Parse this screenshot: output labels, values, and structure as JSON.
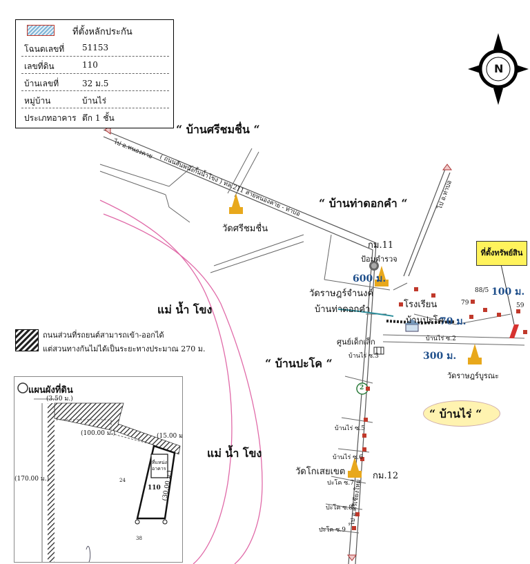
{
  "info": {
    "legend_label": "ที่ตั้งหลักประกัน",
    "rows": [
      {
        "key": "โฉนดเลขที่",
        "value": "51153"
      },
      {
        "key": "เลขที่ดิน",
        "value": "110"
      },
      {
        "key": "บ้านเลขที่",
        "value": "32 ม.5"
      },
      {
        "key": "หมู่บ้าน",
        "value": "บ้านไร่"
      },
      {
        "key": "ประเภทอาคาร",
        "value": "ตึก 1 ชั้น"
      }
    ]
  },
  "compass": {
    "letter": "N"
  },
  "labels": {
    "ban_sri_chom_chuen": "“ บ้านศรีชมชื่น “",
    "road_to_nongkhai": "ไป อ.หนองคาย",
    "road_main": "( ถนนสันพนังกั้นน้ำโขง ) ทล.211 สายหนองคาย - ท่าบ่อ",
    "wat_sri_chom_chuen": "วัดศรีชมชื่น",
    "ban_tha_dok_kham": "“ บ้านท่าดอกคำ “",
    "road_to_tha_bo": "ไป อ.ท่าบ่อ",
    "km11": "กม.11",
    "police_box": "ป้อมตำรวจ",
    "dist_600": "600 ม.",
    "wat_rat_chamnong": "วัดราษฎร์จำนงค์",
    "ban_tha_dok_kham_small": "บ้านท่าดอกคำ",
    "school": "โรงเรียน",
    "ban_pa_kho_school": "บ้านปะโค",
    "dist_70": "70 ม.",
    "dist_100": "100 ม.",
    "callout": "ที่ตั้งทรัพย์สิน",
    "house_88_5": "88/5",
    "house_79": "79",
    "house_59": "59",
    "mekong_1": "แม่   น้ำ   โขง",
    "mekong_2": "แม่   น้ำ   โขง",
    "childcare": "ศูนย์เด็กเล็ก",
    "ban_rai_soi2": "บ้านไร่ ซ.2",
    "ban_rai_soi3": "บ้านไร่ ซ.3",
    "dist_300": "300 ม.",
    "wat_rat_burana": "วัดราษฎร์บูรณะ",
    "ban_pa_kho": "“ บ้านปะโค “",
    "ban_rai": "“ บ้านไร่ “",
    "road_no_2": "2",
    "ban_rai_soi5": "บ้านไร่ ซ.5",
    "ban_rai_soi6": "บ้านไร่ ซ.6",
    "wat_khok_sia_khet": "วัดโกเสยเขต",
    "km12": "กม.12",
    "pa_kho_soi7": "ปะโค ซ.7",
    "pa_kho_soi8": "ปะโค ซ.8",
    "pa_kho_soi9": "ปะโค ซ.9",
    "road_to_si_chiang": "ไป อ.ศรีเชียงใหม่"
  },
  "road_legend": {
    "line1": "ถนนส่วนที่รถยนต์สามารถเข้า-ออกได้",
    "line2": "แต่สวนทางกันไม่ได้เป็นระยะทางประมาณ 270 ม."
  },
  "plot": {
    "title": "แผนผังที่ดิน",
    "dim_350": "(3.50 ม.)",
    "dim_100": "(100.00 ม.)",
    "dim_15": "(15.00 ม.)",
    "dim_170": "(170.00 ม.)",
    "dim_30": "(30.00 ม.)",
    "building": "ที่แหน่ง อาคาร",
    "parcel": "110",
    "n24": "24",
    "n38": "38"
  },
  "colors": {
    "road": "#555555",
    "river": "#e06aa8",
    "accent_blue": "#1f4f8b",
    "highlight": "#fff35c",
    "property": "#d6322f"
  }
}
